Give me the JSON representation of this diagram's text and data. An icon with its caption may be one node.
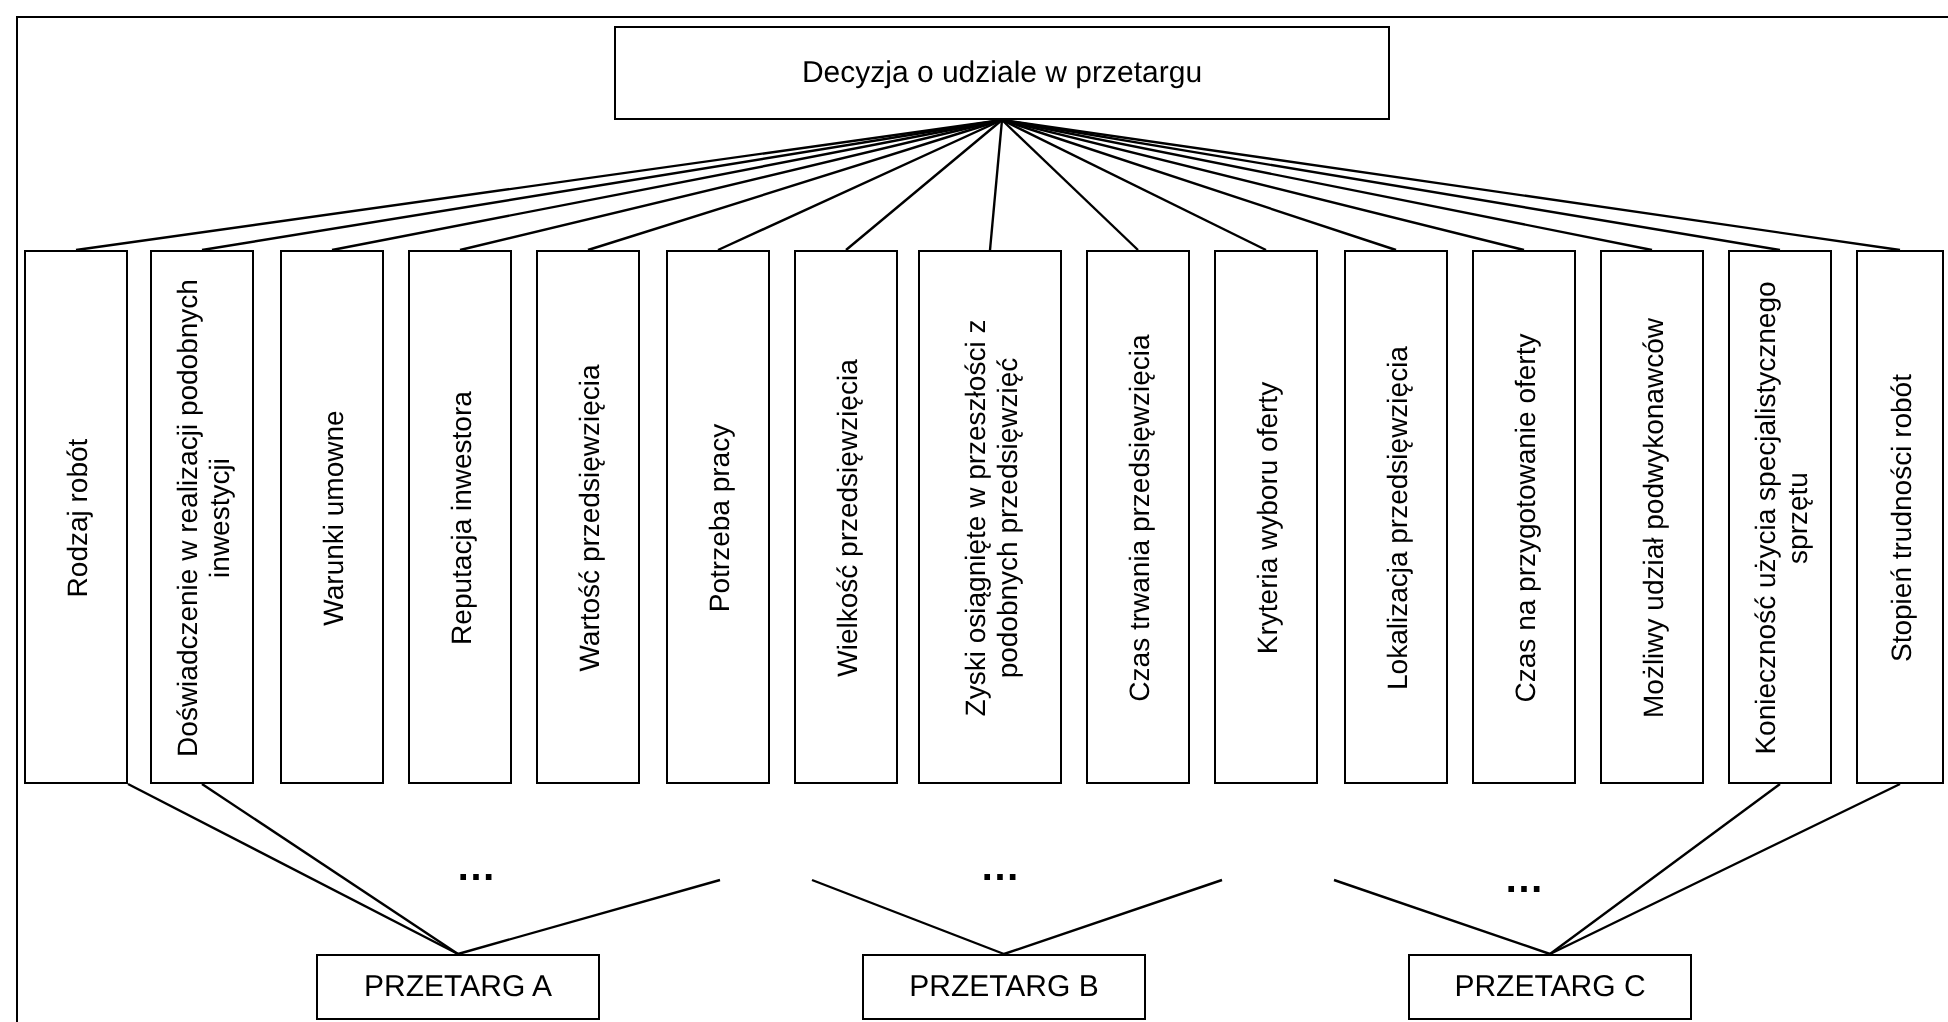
{
  "diagram": {
    "nodes": [
      {
        "text": [
          "Decyzja o udziale w przetargu"
        ]
      },
      {
        "text": [
          "Rodzaj robót"
        ]
      },
      {
        "text": [
          "Doświadczenie w realizacji podobnych inwestycji"
        ]
      },
      {
        "text": [
          "Warunki umowne"
        ]
      },
      {
        "text": [
          "Reputacja inwestora"
        ]
      },
      {
        "text": [
          "Wartość przedsięwzięcia"
        ]
      },
      {
        "text": [
          "Potrzeba pracy"
        ]
      },
      {
        "text": [
          "Wielkość przedsięwzięcia"
        ]
      },
      {
        "text": [
          "Zyski osiągnięte w przeszłości z podobnych przedsięwzięć"
        ]
      },
      {
        "text": [
          "Czas trwania przedsięwzięcia"
        ]
      },
      {
        "text": [
          "Kryteria wyboru oferty"
        ]
      },
      {
        "text": [
          "Lokalizacja przedsięwzięcia"
        ]
      },
      {
        "text": [
          "Czas na przygotowanie oferty"
        ]
      },
      {
        "text": [
          "Możliwy udział podwykonawców"
        ]
      },
      {
        "text": [
          "Konieczność użycia specjalistycznego sprzętu"
        ]
      },
      {
        "text": [
          "Stopień trudności robót"
        ]
      },
      {
        "text": [
          "PRZETARG A"
        ]
      },
      {
        "text": [
          "PRZETARG B"
        ]
      },
      {
        "text": [
          "PRZETARG C"
        ]
      }
    ],
    "edges": [
      {
        "from": 0,
        "to": 1,
        "arrow": "none"
      },
      {
        "from": 0,
        "to": 2,
        "arrow": "none"
      },
      {
        "from": 0,
        "to": 3,
        "arrow": "none"
      },
      {
        "from": 0,
        "to": 4,
        "arrow": "none"
      },
      {
        "from": 0,
        "to": 5,
        "arrow": "none"
      },
      {
        "from": 0,
        "to": 6,
        "arrow": "none"
      },
      {
        "from": 0,
        "to": 7,
        "arrow": "none"
      },
      {
        "from": 0,
        "to": 8,
        "arrow": "none"
      },
      {
        "from": 0,
        "to": 9,
        "arrow": "none"
      },
      {
        "from": 0,
        "to": 10,
        "arrow": "none"
      },
      {
        "from": 0,
        "to": 11,
        "arrow": "none"
      },
      {
        "from": 0,
        "to": 12,
        "arrow": "none"
      },
      {
        "from": 0,
        "to": 13,
        "arrow": "none"
      },
      {
        "from": 0,
        "to": 14,
        "arrow": "none"
      },
      {
        "from": 0,
        "to": 15,
        "arrow": "none"
      },
      {
        "from": 1,
        "to": 16,
        "arrow": "none"
      },
      {
        "from": 2,
        "to": 16,
        "arrow": "none"
      },
      {
        "from": null,
        "to": 16,
        "arrow": "none"
      },
      {
        "from": null,
        "to": 17,
        "arrow": "none"
      },
      {
        "from": null,
        "to": 17,
        "arrow": "none"
      },
      {
        "from": null,
        "to": 18,
        "arrow": "none"
      },
      {
        "from": 14,
        "to": 18,
        "arrow": "none"
      },
      {
        "from": 15,
        "to": 18,
        "arrow": "none"
      }
    ],
    "labels": [
      "…",
      "…",
      "…"
    ]
  }
}
